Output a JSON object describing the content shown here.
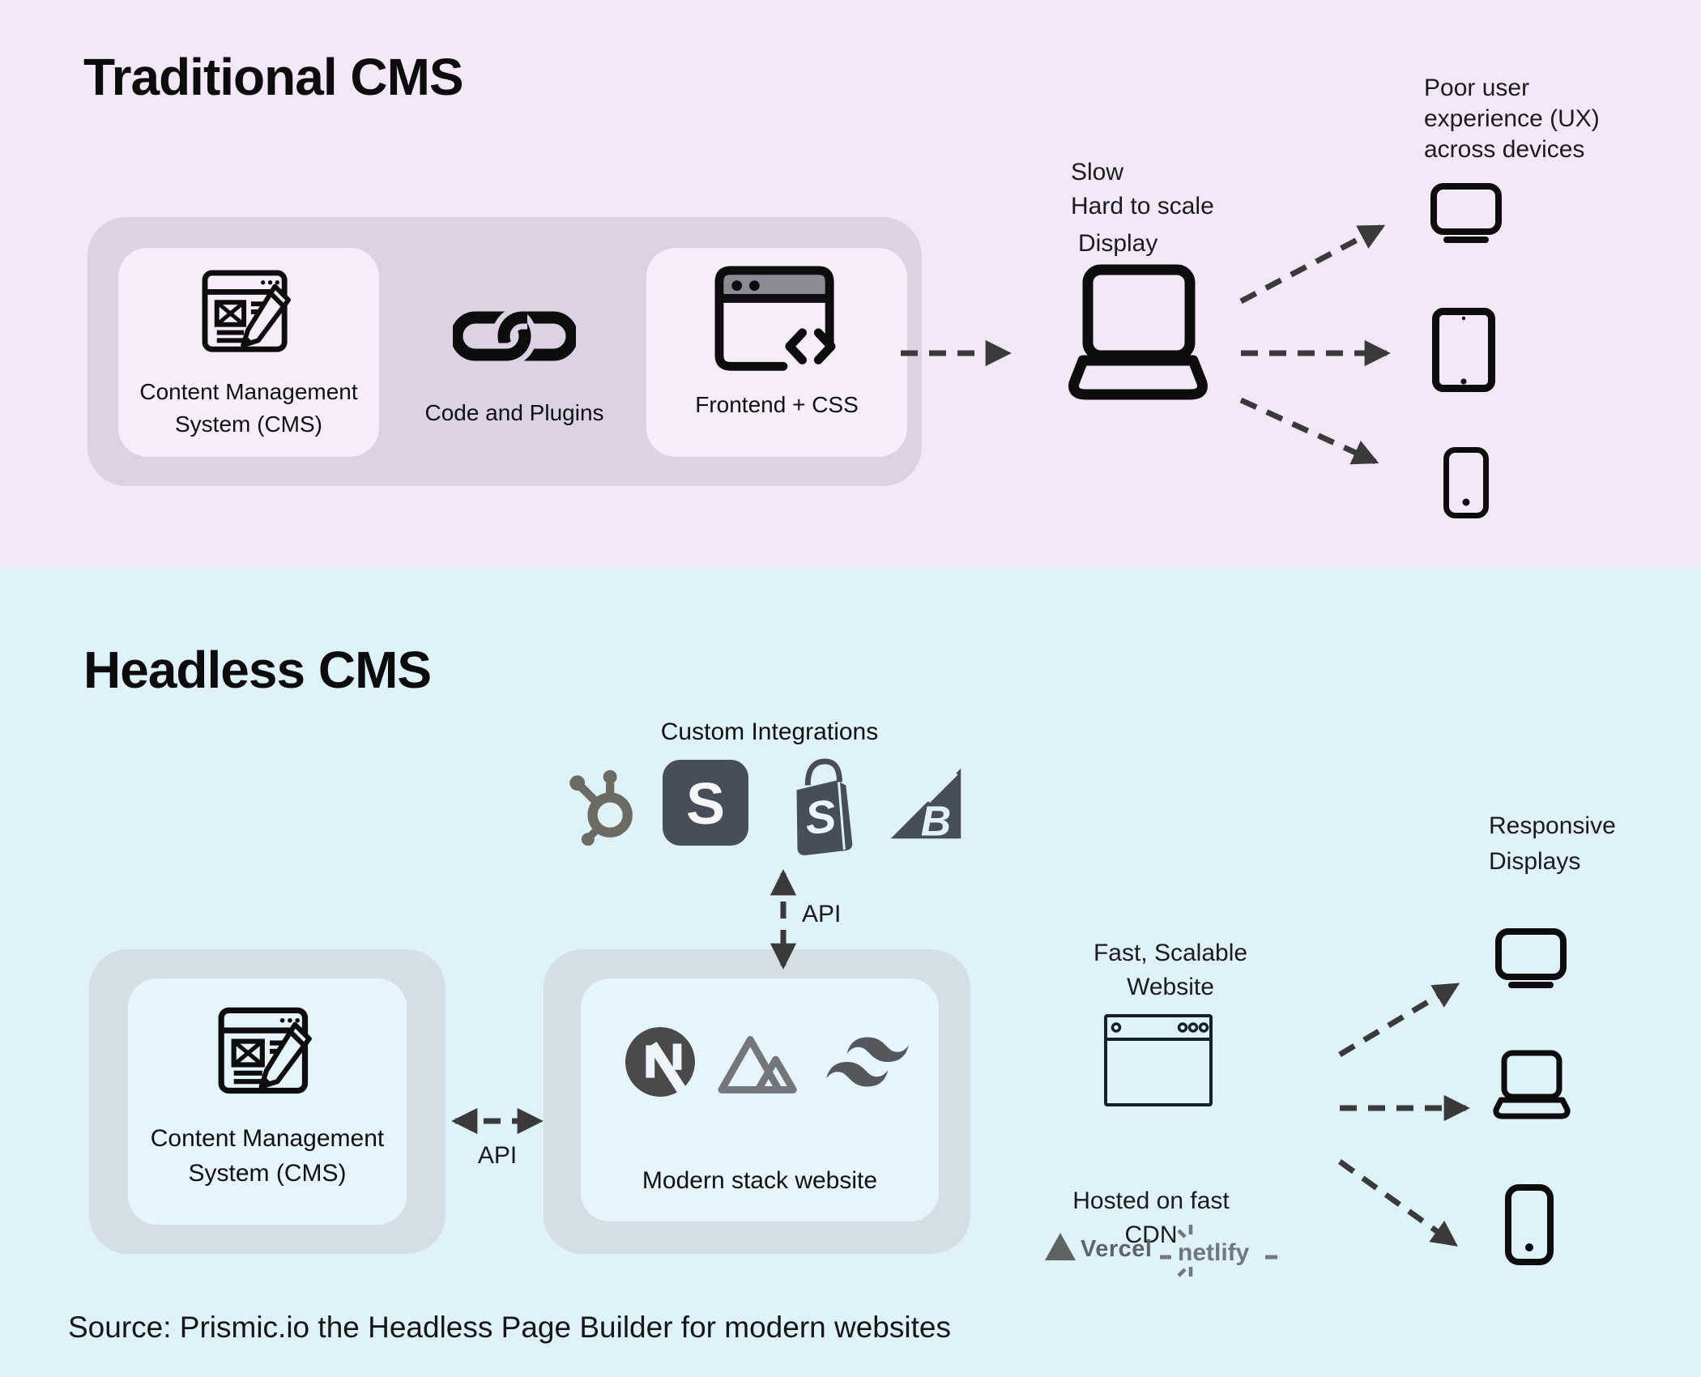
{
  "colors": {
    "top_background": "#F4E8F8",
    "top_panel": "#DCD2E3",
    "top_card": "#F6ECFA",
    "bottom_background": "#DFF1F9",
    "bottom_panel": "#D4DEE5",
    "bottom_card": "#E6F5FC",
    "ink": "#0D0D0D",
    "arrow": "#3A3A3A",
    "logo_slate": "#474D59",
    "logo_gray": "#6B6A63"
  },
  "traditional": {
    "title": "Traditional CMS",
    "cms_card": {
      "label": "Content Management System (CMS)",
      "icon": "cms-editor-icon"
    },
    "plugins": {
      "label": "Code and Plugins",
      "icon": "chain-link-icon"
    },
    "frontend_card": {
      "label": "Frontend + CSS",
      "icon": "browser-code-icon"
    },
    "display_notes": {
      "line1": "Slow",
      "line2": "Hard to scale"
    },
    "display_label": "Display",
    "outcome": "Poor user experience (UX) across devices",
    "devices": [
      "monitor",
      "tablet",
      "phone"
    ]
  },
  "headless": {
    "title": "Headless CMS",
    "integrations": {
      "label": "Custom Integrations",
      "items": [
        {
          "name": "HubSpot",
          "icon": "hubspot-icon"
        },
        {
          "name": "Stripe",
          "icon": "stripe-icon",
          "letter": "S"
        },
        {
          "name": "Shopify",
          "icon": "shopify-icon",
          "letter": "S"
        },
        {
          "name": "BigCommerce",
          "icon": "bigcommerce-icon",
          "letter": "B"
        }
      ]
    },
    "api_vertical_label": "API",
    "api_horizontal_label": "API",
    "cms_card": {
      "label": "Content Management System (CMS)",
      "icon": "cms-editor-icon"
    },
    "stack_card": {
      "label": "Modern stack website",
      "icons": [
        "nextjs-icon",
        "nuxt-icon",
        "tailwind-icon"
      ]
    },
    "website": {
      "caption": "Fast, Scalable Website",
      "icon": "browser-window-icon"
    },
    "cdn": {
      "caption": "Hosted on fast CDN",
      "vercel_label": "Vercel",
      "netlify_label": "netlify"
    },
    "outcome": "Responsive Displays",
    "devices": [
      "monitor",
      "laptop",
      "phone"
    ]
  },
  "source": "Source: Prismic.io the Headless Page Builder for modern websites"
}
